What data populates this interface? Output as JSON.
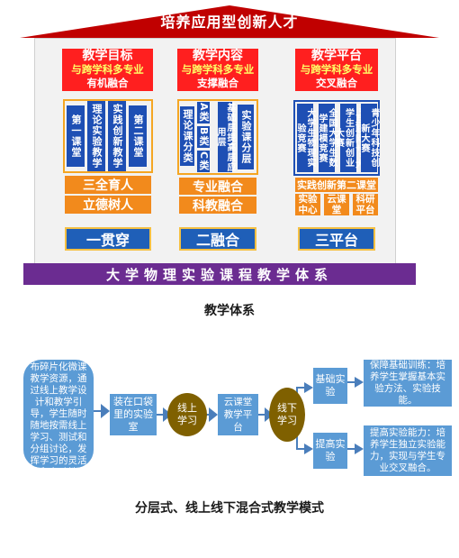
{
  "top": {
    "roof_title": "培养应用型创新人才",
    "columns": [
      {
        "head": [
          "教学目标",
          "与跨学科多专业",
          "有机融合"
        ],
        "verticals": [
          "第一课堂",
          "理论实验教学",
          "实践创新教学",
          "第二课堂"
        ],
        "bars": [
          "三全育人",
          "立德树人"
        ],
        "base": "一贯穿"
      },
      {
        "head": [
          "教学内容",
          "与跨学科多专业",
          "支撑融合"
        ],
        "verticals": [
          "理论课分类",
          "A类",
          "B类",
          "C类",
          "基础层提高层应用层",
          "实验课分层"
        ],
        "bars": [
          "专业融合",
          "科教融合"
        ],
        "base": "二融合"
      },
      {
        "head": [
          "教学平台",
          "与跨学科多专业",
          "交叉融合"
        ],
        "verticals": [
          "大学生物理实验竞赛",
          "全国大学生数学建模竞赛",
          "“互联网+”大学生创新创业大赛",
          "青少年科技创新大赛"
        ],
        "bars": [
          "实践创新第二课堂"
        ],
        "smalls": [
          [
            "实验",
            "中心"
          ],
          [
            "云课",
            "堂"
          ],
          [
            "科研",
            "平台"
          ]
        ],
        "base": "三平台"
      }
    ],
    "floor": "大学物理实验课程教学体系",
    "caption": "教学体系"
  },
  "bottom": {
    "left_text": "利用云平台发布碎片化微课教学资源，通过线上教学设计和教学引导，学生随时随地按需线上学习、测试和分组讨论，发挥学习的灵活性和主动性。",
    "lab_box": "装在口袋里的实验室",
    "online_circle": "线上学习",
    "platform_box": "云课堂教学平台",
    "offline_circle": "线下学习",
    "basic_label": "基础实验",
    "advanced_label": "提高实验",
    "basic_text": "保障基础训练：培养学生掌握基本实验方法、实验技能。",
    "advanced_text": "提高实验能力：培养学生独立实验能力，实现与学生专业交叉融合。",
    "caption": "分层式、线上线下混合式教学模式"
  }
}
